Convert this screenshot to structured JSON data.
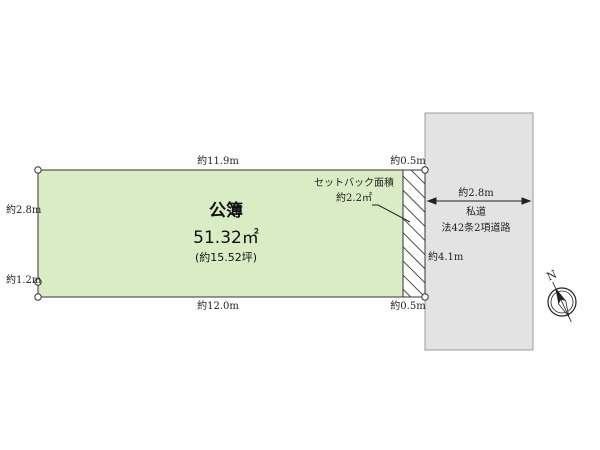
{
  "parcel": {
    "title": "公簿",
    "area": "51.32㎡",
    "area_tsubo": "(約15.52坪)"
  },
  "setback": {
    "label": "セットバック面積",
    "area": "約2.2㎡"
  },
  "road": {
    "width": "約2.8m",
    "name": "私道",
    "legal": "法42条2項道路"
  },
  "dimensions": {
    "top": "約11.9m",
    "bottom": "約12.0m",
    "left_upper": "約2.8m",
    "left_lower": "約1.2m",
    "setback_top": "約0.5m",
    "setback_bottom": "約0.5m",
    "frontage": "約4.1m"
  },
  "compass": {
    "label": "N"
  },
  "colors": {
    "parcel_fill": "#d9ecc4",
    "road_fill": "#e3e3e3",
    "outline": "#333333"
  }
}
